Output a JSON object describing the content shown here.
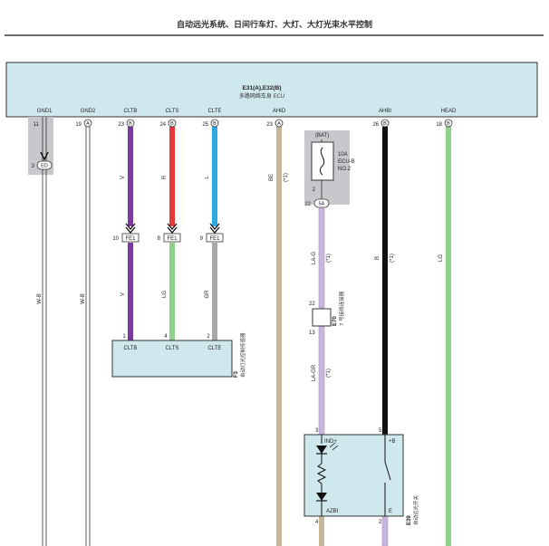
{
  "title": "自动远光系统、日间行车灯、大灯、大灯光束水平控制",
  "ecu": {
    "connector": "E31(A),E32(B)",
    "name": "多路网络车身 ECU"
  },
  "ecu_pins": [
    {
      "id": "gnd1",
      "label": "GND1",
      "num": "11",
      "conn": ""
    },
    {
      "id": "gnd2",
      "label": "GND2",
      "num": "19",
      "conn": "A"
    },
    {
      "id": "cltb",
      "label": "CLTB",
      "num": "23",
      "conn": "B"
    },
    {
      "id": "clts",
      "label": "CLTS",
      "num": "24",
      "conn": "B"
    },
    {
      "id": "clte",
      "label": "CLTE",
      "num": "25",
      "conn": "B"
    },
    {
      "id": "ahid",
      "label": "AHID",
      "num": "23",
      "conn": "A"
    },
    {
      "id": "ahbi",
      "label": "AHBI",
      "num": "26",
      "conn": "B"
    },
    {
      "id": "head",
      "label": "HEAD",
      "num": "18",
      "conn": "B"
    }
  ],
  "ground": {
    "num": "3",
    "label": "ED"
  },
  "wire_colors": {
    "gnd1": "W-B",
    "gnd2": "W-B",
    "cltb_top": "V",
    "clts_top": "R",
    "clte_top": "L",
    "cltb_bot": "V",
    "clts_bot": "LG",
    "clte_bot": "GR",
    "ahid": "BE",
    "ahid_note": "(*1)",
    "ahbi": "B",
    "ahbi_note": "(*1)",
    "head": "LG",
    "fuse_out": "LA-G",
    "fuse_out_note": "(*1)",
    "join_out": "LA-GR",
    "join_out_note": "(*1)"
  },
  "fe1": [
    {
      "num": "10",
      "label": "FE1"
    },
    {
      "num": "8",
      "label": "FE1"
    },
    {
      "num": "9",
      "label": "FE1"
    }
  ],
  "sensor": {
    "pins": [
      {
        "num": "1",
        "label": "CLTB"
      },
      {
        "num": "4",
        "label": "CLTS"
      },
      {
        "num": "2",
        "label": "CLTE"
      }
    ],
    "code": "F3",
    "name": "自动灯光控制传感器"
  },
  "fuse": {
    "source": "(BAT)",
    "rating": "10A",
    "name": "ECU-B",
    "no": "NO.2",
    "pin": "2",
    "conn_num": "22",
    "conn_label": "5A"
  },
  "junction": {
    "pin_top": "22",
    "pin_bot": "13",
    "code": "E70",
    "name": "7 号接线连接器"
  },
  "switch": {
    "pin_ind": "3",
    "pin_b": "5",
    "pin_azbi": "4",
    "pin_e": "2",
    "label_ind": "IND+",
    "label_b": "+B",
    "label_azbi": "AZBI",
    "label_e": "E",
    "code": "E39",
    "name": "自动远光开关"
  },
  "colors": {
    "header_fill": "#cfe8ee",
    "box_stroke": "#333333",
    "gray_bg": "#c8c8cc",
    "violet": "#7a3aa0",
    "red": "#e53838",
    "blue": "#2aa9e3",
    "green": "#8fd08a",
    "gray": "#a8a8a8",
    "beige": "#c8b89a",
    "lavender": "#c6b6dc",
    "black": "#111111"
  }
}
